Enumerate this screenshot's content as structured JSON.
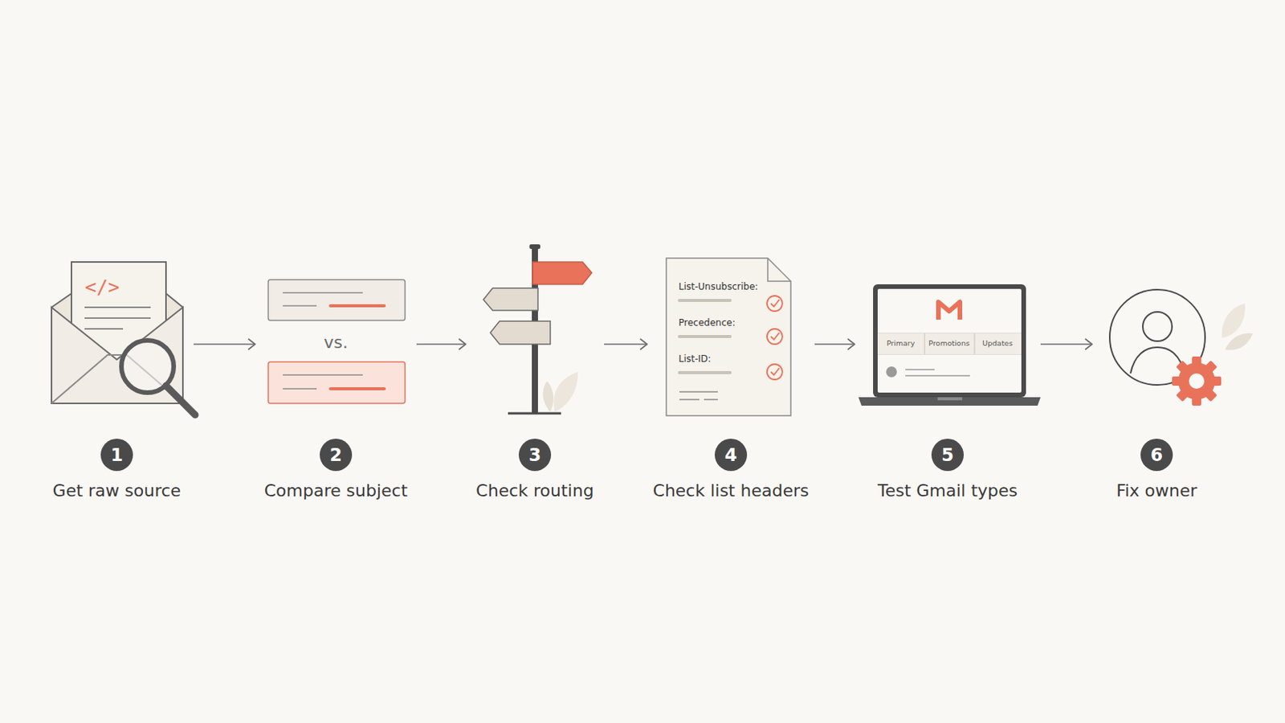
{
  "diagram": {
    "nodes": [
      {
        "text": [
          "1",
          "Get raw source"
        ]
      },
      {
        "text": [
          "2",
          "Compare subject"
        ]
      },
      {
        "text": [
          "3",
          "Check routing"
        ]
      },
      {
        "text": [
          "4",
          "Check list headers"
        ]
      },
      {
        "text": [
          "5",
          "Test Gmail types"
        ]
      },
      {
        "text": [
          "6",
          "Fix owner"
        ]
      }
    ],
    "edges": [
      {
        "from": 0,
        "to": 1,
        "arrow": "to"
      },
      {
        "from": 1,
        "to": 2,
        "arrow": "to"
      },
      {
        "from": 2,
        "to": 3,
        "arrow": "to"
      },
      {
        "from": 3,
        "to": 4,
        "arrow": "to"
      },
      {
        "from": 4,
        "to": 5,
        "arrow": "to"
      }
    ],
    "labels": [
      "</>",
      "vs.",
      "List-Unsubscribe:",
      "Precedence:",
      "List-ID:",
      "Primary",
      "Promotions",
      "Updates"
    ]
  }
}
